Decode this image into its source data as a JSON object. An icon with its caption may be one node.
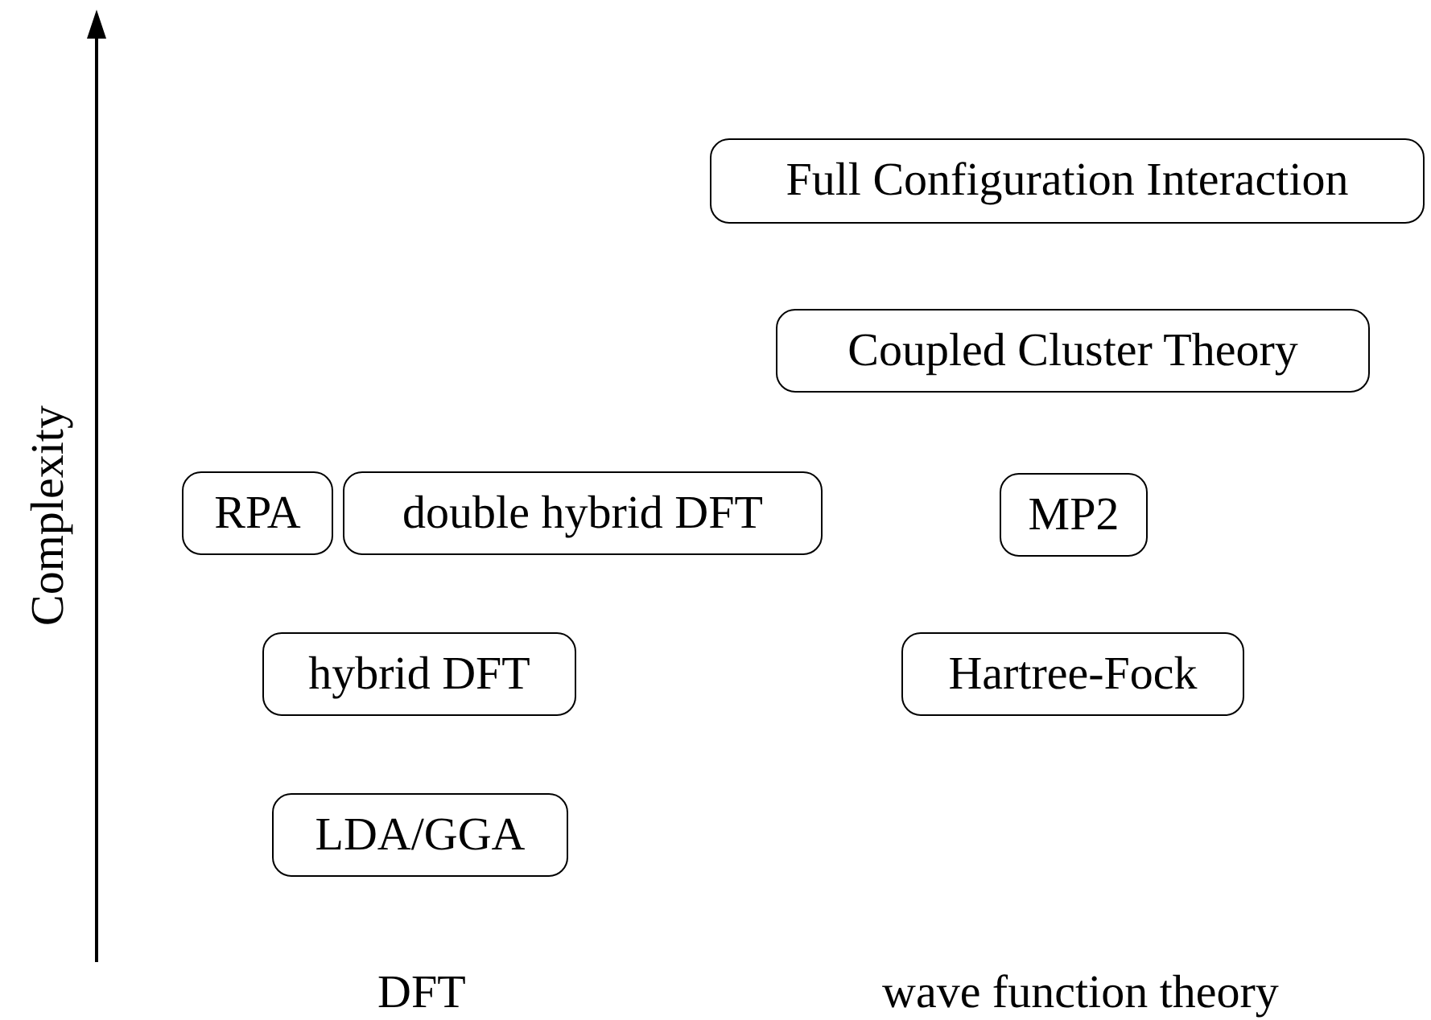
{
  "diagram": {
    "nodes": [
      {
        "text": [
          "Full Configuration Interaction"
        ]
      },
      {
        "text": [
          "Coupled Cluster Theory"
        ]
      },
      {
        "text": [
          "RPA"
        ]
      },
      {
        "text": [
          "double hybrid DFT"
        ]
      },
      {
        "text": [
          "MP2"
        ]
      },
      {
        "text": [
          "hybrid DFT"
        ]
      },
      {
        "text": [
          "Hartree-Fock"
        ]
      },
      {
        "text": [
          "LDA/GGA"
        ]
      }
    ],
    "labels": [
      "Complexity",
      "DFT",
      "wave function theory"
    ]
  }
}
